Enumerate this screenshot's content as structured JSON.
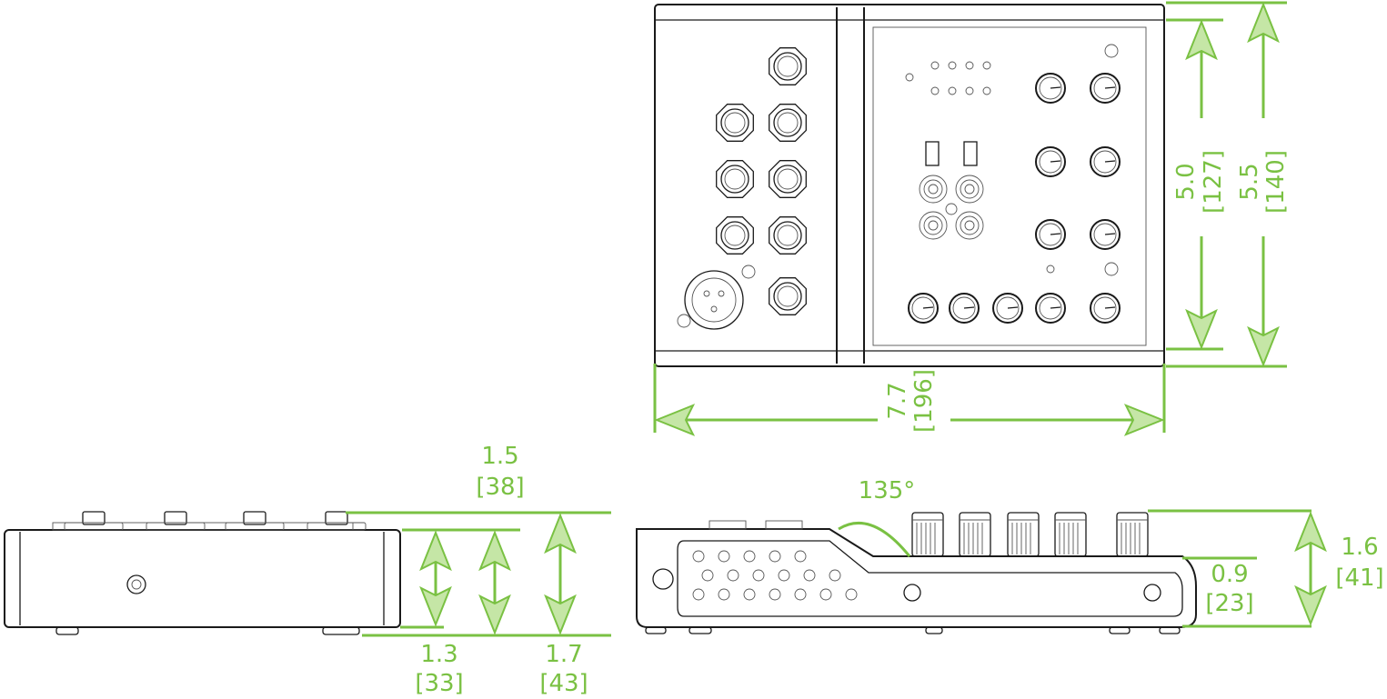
{
  "dimensions": {
    "top_width": {
      "inch": "7.7",
      "mm": "[196]"
    },
    "top_depth_inner": {
      "inch": "5.0",
      "mm": "[127]"
    },
    "top_depth_outer": {
      "inch": "5.5",
      "mm": "[140]"
    },
    "front_height_top": {
      "inch": "1.5",
      "mm": "[38]"
    },
    "front_height_body": {
      "inch": "1.3",
      "mm": "[33]"
    },
    "front_height_total": {
      "inch": "1.7",
      "mm": "[43]"
    },
    "side_height_total": {
      "inch": "1.6",
      "mm": "[41]"
    },
    "side_height_front": {
      "inch": "0.9",
      "mm": "[23]"
    },
    "side_angle": "135°"
  },
  "colors": {
    "dimension": "#7ac143",
    "arrow_fill": "#c5e6a6",
    "outline": "#1a1a1a"
  }
}
